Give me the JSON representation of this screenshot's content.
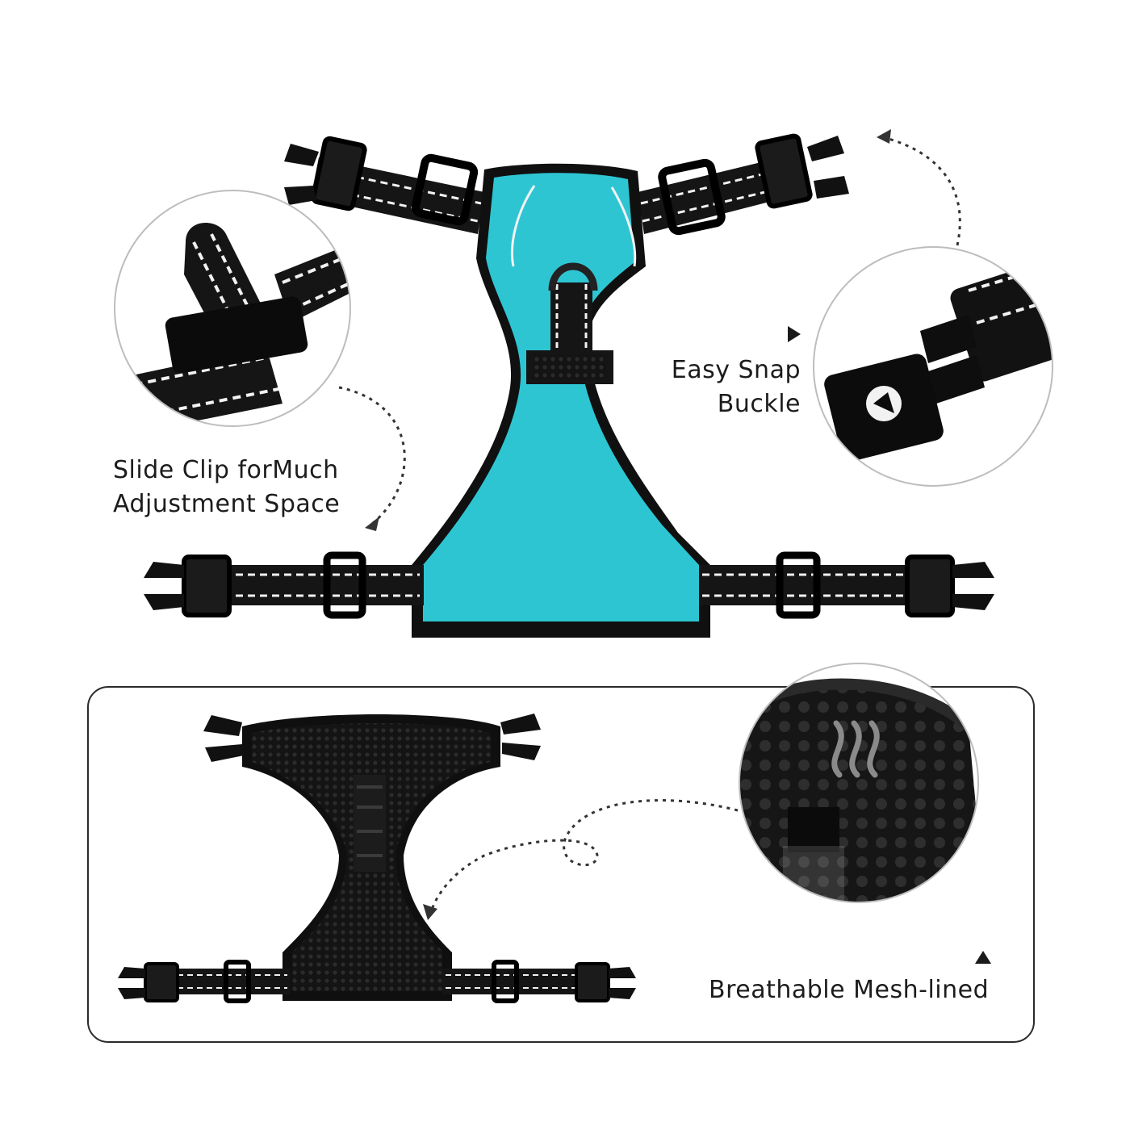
{
  "captions": {
    "slide_clip": {
      "line1": "Slide Clip forMuch",
      "line2": "Adjustment Space"
    },
    "snap_buckle": {
      "line1": "Easy Snap",
      "line2": "Buckle"
    },
    "mesh": {
      "text": "Breathable Mesh-lined"
    }
  },
  "colors": {
    "fabric": "#2ec5d3",
    "webbing": "#151515",
    "stitch": "#f2f2f2",
    "outline": "#2a2a2a"
  }
}
